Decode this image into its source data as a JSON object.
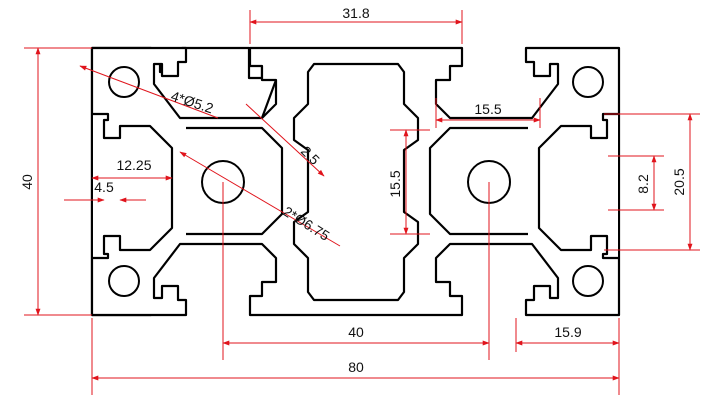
{
  "drawing": {
    "colors": {
      "outline": "#000000",
      "dimension": "#e0141c",
      "text": "#111111",
      "background": "#ffffff"
    },
    "dimensions": {
      "top_slot_width": "31.8",
      "corner_holes": "4*Ø5.2",
      "right_slot_width": "15.5",
      "wall_thickness": "2.5",
      "left_offset": "12.25",
      "core_height": "15.5",
      "slot_opening": "4.5",
      "center_holes": "2*Ø6.75",
      "total_height": "40",
      "right_slot_opening": "8.2",
      "right_slot_outer": "20.5",
      "hole_spacing": "40",
      "right_edge_offset": "15.9",
      "total_width": "80"
    }
  }
}
